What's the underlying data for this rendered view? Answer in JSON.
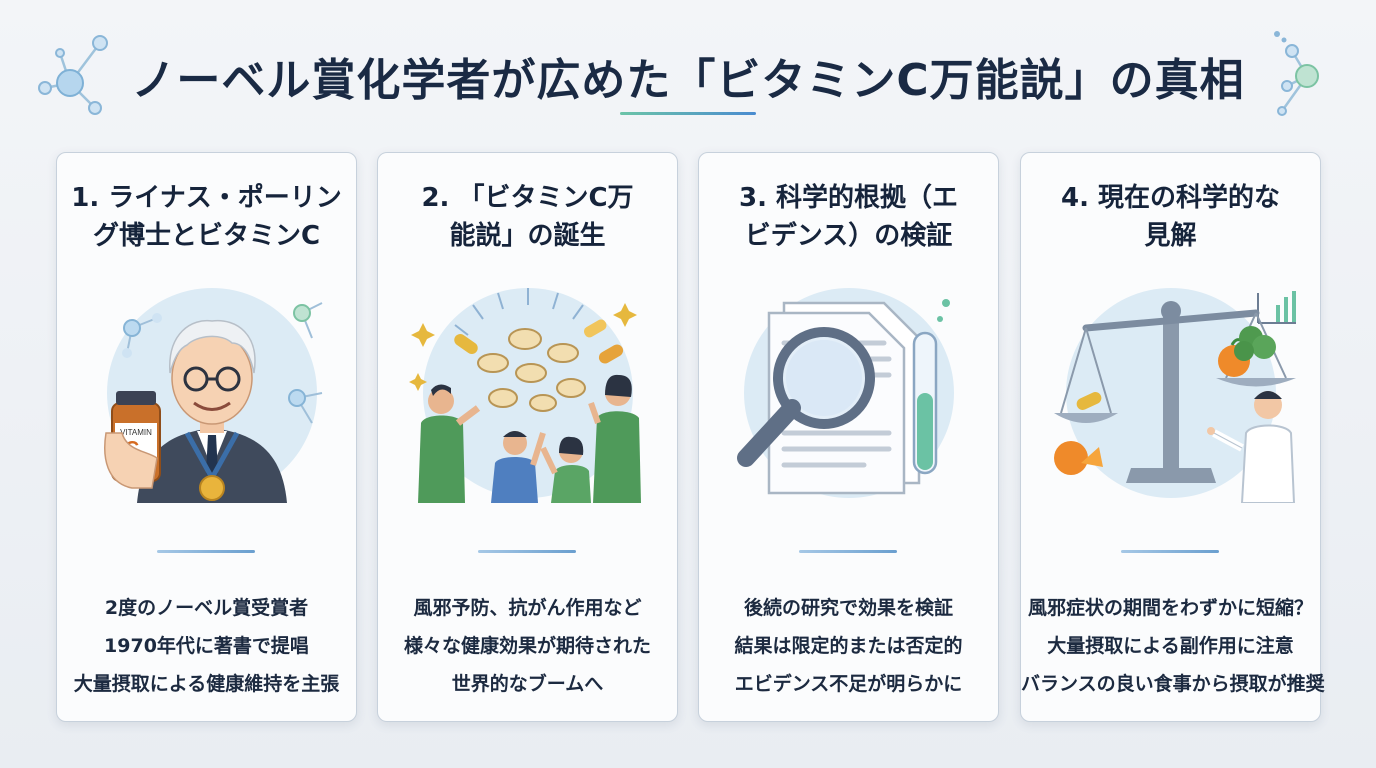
{
  "page": {
    "title": "ノーベル賞化学者が広めた「ビタミンC万能説」の真相"
  },
  "colors": {
    "background": "#eef1f5",
    "title_text": "#1a2a44",
    "accent_green": "#6cc4a8",
    "accent_blue": "#4a8bd0",
    "card_border": "#c7d1dc"
  },
  "cards": [
    {
      "heading_lines": [
        "1. ライナス・ポーリン",
        "グ博士とビタミンC"
      ],
      "illustration": "linus-pauling-portrait-icon",
      "bottle_label_top": "VITAMIN",
      "bottle_label_letter": "C",
      "body_lines": [
        "2度のノーベル賞受賞者",
        "1970年代に著書で提唱",
        "大量摂取による健康維持を主張"
      ]
    },
    {
      "heading_lines": [
        "2. 「ビタミンC万",
        "能説」の誕生"
      ],
      "illustration": "crowd-taking-pills-icon",
      "body_lines": [
        "風邪予防、抗がん作用など",
        "様々な健康効果が期待された",
        "世界的なブームへ"
      ]
    },
    {
      "heading_lines": [
        "3. 科学的根拠（エ",
        "ビデンス）の検証"
      ],
      "illustration": "magnifier-document-test-tube-icon",
      "body_lines": [
        "後続の研究で効果を検証",
        "結果は限定的または否定的",
        "エビデンス不足が明らかに"
      ]
    },
    {
      "heading_lines": [
        "4. 現在の科学的な",
        "見解"
      ],
      "illustration": "balance-scale-doctor-icon",
      "body_lines": [
        "風邪症状の期間をわずかに短縮？",
        "大量摂取による副作用に注意",
        "バランスの良い食事から摂取が推奨"
      ]
    }
  ]
}
